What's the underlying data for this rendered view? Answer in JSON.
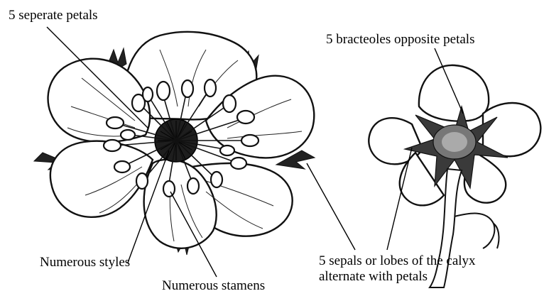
{
  "labels": {
    "separate_petals": "5 seperate petals",
    "bracteoles": "5 bracteoles opposite petals",
    "styles": "Numerous styles",
    "stamens": "Numerous stamens",
    "sepals_line1": "5 sepals or lobes of the calyx",
    "sepals_line2": "alternate with petals"
  }
}
